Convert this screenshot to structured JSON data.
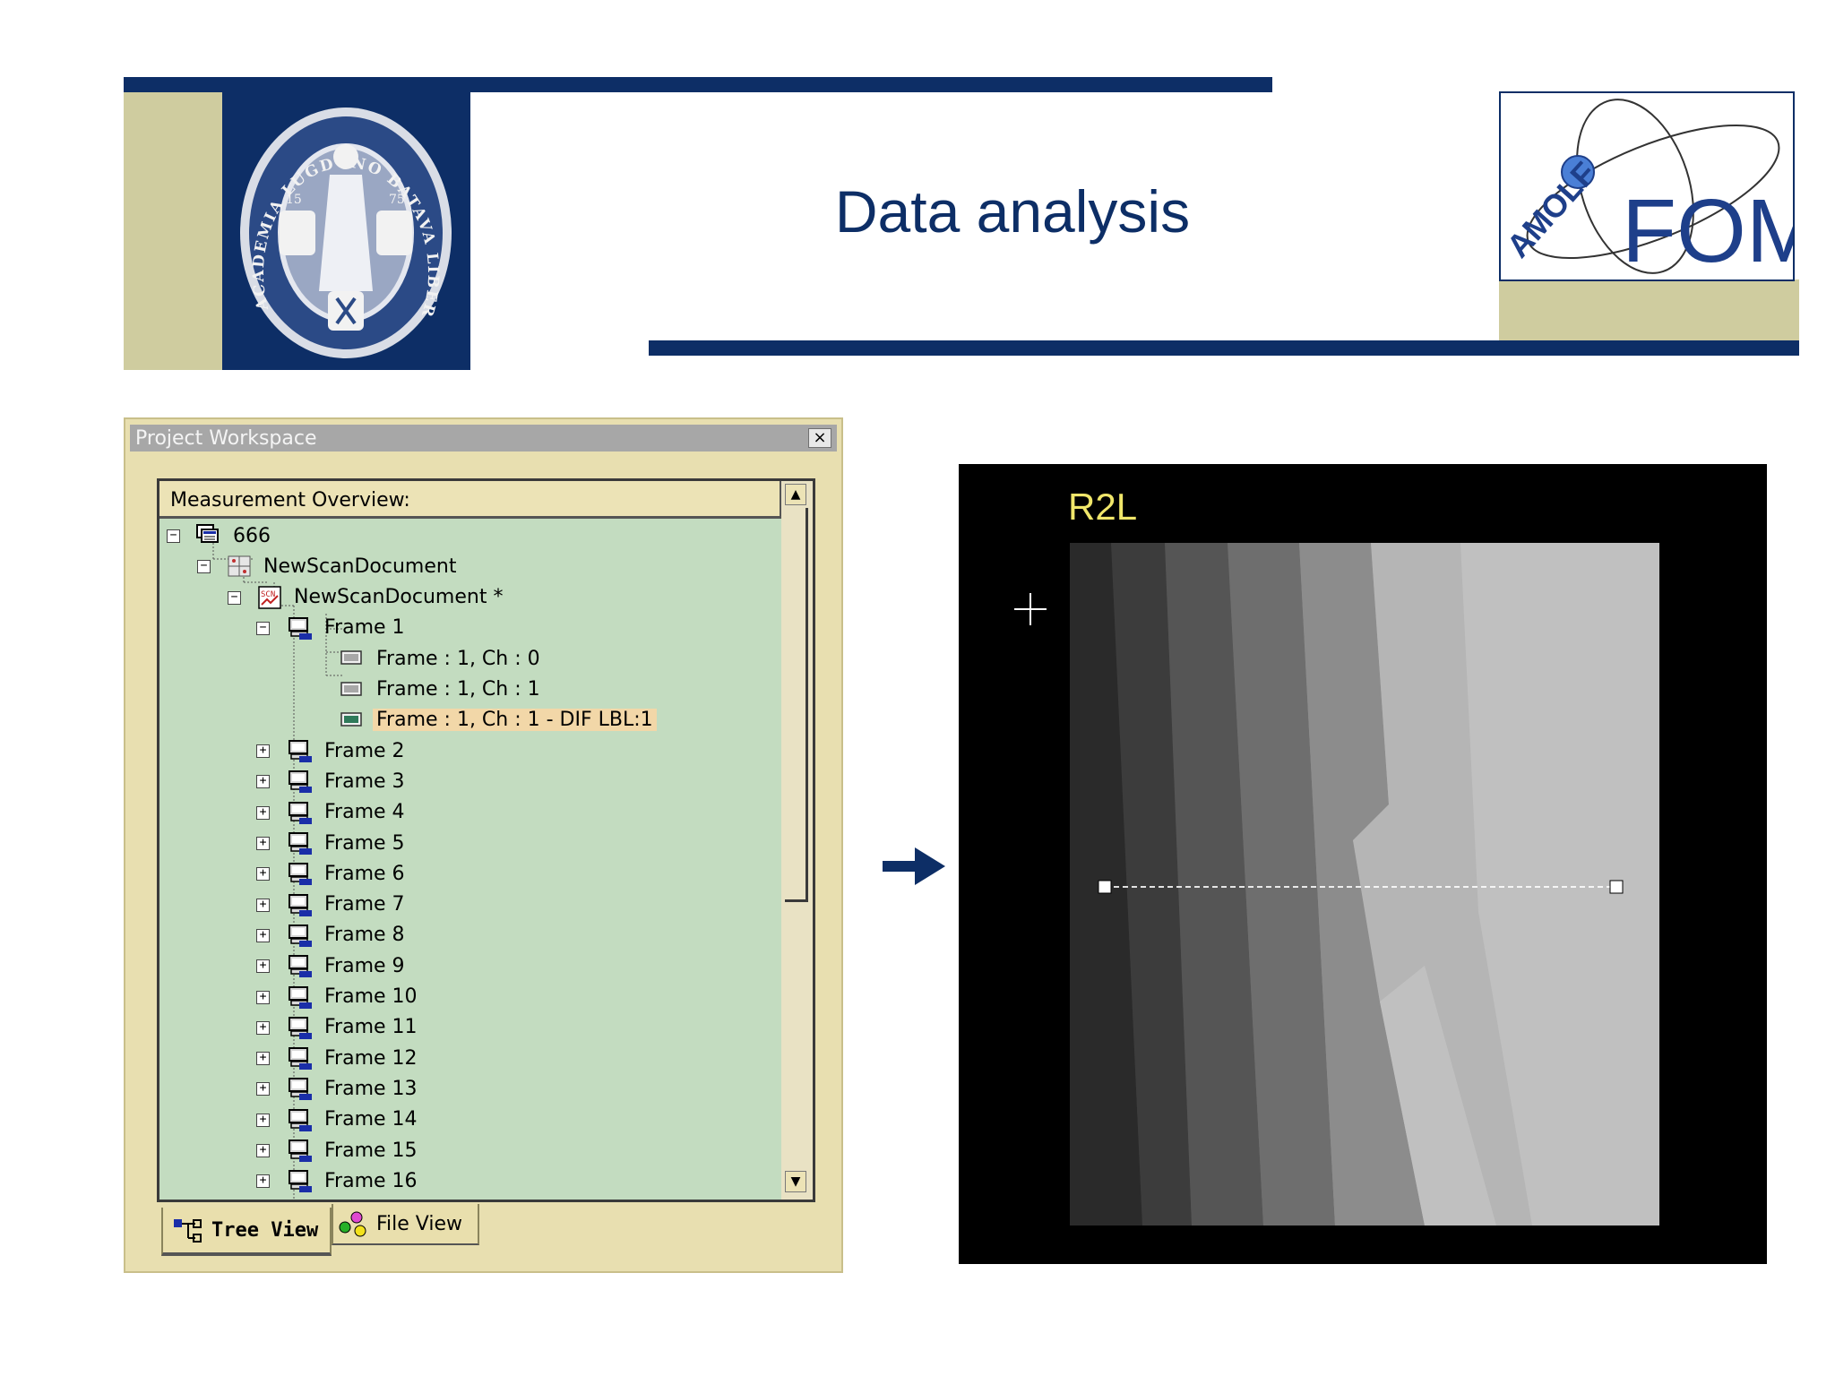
{
  "slide": {
    "title": "Data analysis",
    "colors": {
      "navy": "#0d2e66",
      "khaki": "#cfcc9f"
    },
    "left_logo": {
      "icon": "university-seal-icon",
      "text": "ACADEMIA LUGDUNO BATAVA LIBERTATIS PRAESIDIUM",
      "numbers": [
        "15",
        "75"
      ]
    },
    "right_logo": {
      "icon": "amolf-fom-logo-icon",
      "text_amolf": "AMOLF",
      "text_fom": "FOM"
    }
  },
  "workspace": {
    "title": "Project Workspace",
    "close_label": "×",
    "header": "Measurement Overview:",
    "tree": [
      {
        "label": "666",
        "level": 0,
        "expander": "−",
        "icon": "project-icon"
      },
      {
        "label": "NewScanDocument",
        "level": 1,
        "expander": "−",
        "icon": "scan-grid-icon"
      },
      {
        "label": "NewScanDocument *",
        "level": 2,
        "expander": "−",
        "icon": "scan-document-icon"
      },
      {
        "label": "Frame 1",
        "level": 3,
        "expander": "−",
        "icon": "frame-icon"
      },
      {
        "label": "Frame : 1, Ch : 0",
        "level": 4,
        "expander": "",
        "icon": "channel-icon"
      },
      {
        "label": "Frame : 1, Ch : 1",
        "level": 4,
        "expander": "",
        "icon": "channel-icon"
      },
      {
        "label": "Frame : 1, Ch : 1 - DIF LBL:1",
        "level": 4,
        "expander": "",
        "icon": "channel-color-icon",
        "selected": true
      },
      {
        "label": "Frame 2",
        "level": 3,
        "expander": "+",
        "icon": "frame-icon"
      },
      {
        "label": "Frame 3",
        "level": 3,
        "expander": "+",
        "icon": "frame-icon"
      },
      {
        "label": "Frame 4",
        "level": 3,
        "expander": "+",
        "icon": "frame-icon"
      },
      {
        "label": "Frame 5",
        "level": 3,
        "expander": "+",
        "icon": "frame-icon"
      },
      {
        "label": "Frame 6",
        "level": 3,
        "expander": "+",
        "icon": "frame-icon"
      },
      {
        "label": "Frame 7",
        "level": 3,
        "expander": "+",
        "icon": "frame-icon"
      },
      {
        "label": "Frame 8",
        "level": 3,
        "expander": "+",
        "icon": "frame-icon"
      },
      {
        "label": "Frame 9",
        "level": 3,
        "expander": "+",
        "icon": "frame-icon"
      },
      {
        "label": "Frame 10",
        "level": 3,
        "expander": "+",
        "icon": "frame-icon"
      },
      {
        "label": "Frame 11",
        "level": 3,
        "expander": "+",
        "icon": "frame-icon"
      },
      {
        "label": "Frame 12",
        "level": 3,
        "expander": "+",
        "icon": "frame-icon"
      },
      {
        "label": "Frame 13",
        "level": 3,
        "expander": "+",
        "icon": "frame-icon"
      },
      {
        "label": "Frame 14",
        "level": 3,
        "expander": "+",
        "icon": "frame-icon"
      },
      {
        "label": "Frame 15",
        "level": 3,
        "expander": "+",
        "icon": "frame-icon"
      },
      {
        "label": "Frame 16",
        "level": 3,
        "expander": "+",
        "icon": "frame-icon"
      }
    ],
    "tabs": [
      {
        "label": "Tree View",
        "icon": "tree-view-icon",
        "active": true
      },
      {
        "label": "File View",
        "icon": "file-view-icon",
        "active": false
      }
    ]
  },
  "image_view": {
    "label": "R2L",
    "cursor_icon": "crosshair-icon"
  }
}
